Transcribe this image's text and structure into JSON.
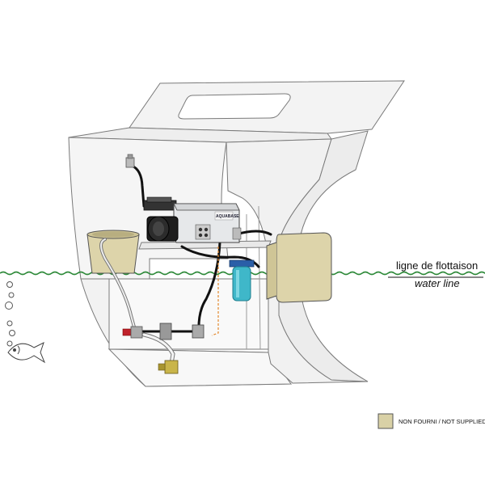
{
  "labels": {
    "waterline_fr": "ligne de flottaison",
    "waterline_en": "water line"
  },
  "legend": {
    "swatch_color": "#d9d1a6",
    "text": "NON FOURNI / NOT SUPPLIED"
  },
  "watermaker": {
    "brand": "AQUABASE"
  },
  "colors": {
    "hull_stroke": "#7a7a7a",
    "hull_fill": "#f6f6f6",
    "waterline": "#2f8a3a",
    "hose": "#111111",
    "filter": "#3fb7c9",
    "valve": "#c0222b",
    "not_supplied_fill": "#ddd4aa",
    "dashed_line": "#e48a2f"
  }
}
